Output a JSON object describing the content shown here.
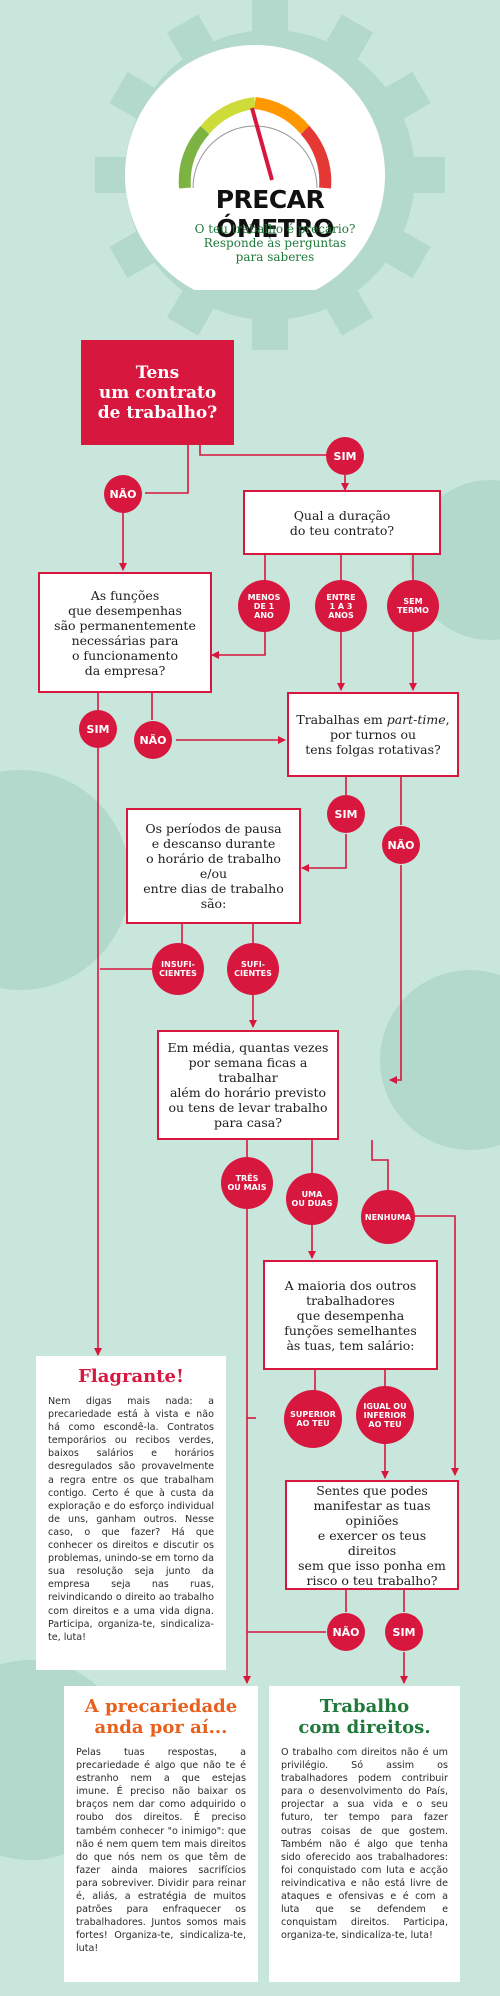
{
  "colors": {
    "background": "#c9e6dc",
    "gear": "#b3d9cc",
    "accent_red": "#d8173f",
    "orange_title": "#e8601c",
    "green_title": "#1f7a3a",
    "gauge_green": "#7cb342",
    "gauge_yellow": "#cddc39",
    "gauge_orange": "#ff9800",
    "gauge_red": "#e53935"
  },
  "header": {
    "title_left": "PRECAR",
    "title_right": "ÓMETRO",
    "subtitle_line1": "O teu trabalho é precário?",
    "subtitle_line2": "Responde às perguntas",
    "subtitle_line3": "para saberes"
  },
  "questions": {
    "q1": "Tens\num contrato\nde trabalho?",
    "q2": "Qual a duração\ndo teu contrato?",
    "q3": "As funções\nque desempenhas\nsão permanentemente\nnecessárias para\no funcionamento\nda empresa?",
    "q4_pre": "Trabalhas em ",
    "q4_em": "part-time",
    "q4_post": ",\npor turnos ou\ntens folgas rotativas?",
    "q5": "Os períodos de pausa\ne descanso durante\no horário de trabalho e/ou\nentre dias de trabalho\nsão:",
    "q6": "Em média, quantas vezes\npor semana ficas a trabalhar\nalém do horário previsto\nou tens de levar trabalho\npara casa?",
    "q7": "A maioria dos outros\ntrabalhadores\nque desempenha\nfunções semelhantes\nàs tuas, tem salário:",
    "q8": "Sentes que podes\nmanifestar as tuas opiniões\ne exercer os teus direitos\nsem que isso ponha em\nrisco o teu trabalho?"
  },
  "answers": {
    "sim1": "SIM",
    "nao1": "NÃO",
    "menos1": "MENOS\nDE 1\nANO",
    "entre": "ENTRE\n1 A 3\nANOS",
    "sem_termo": "SEM\nTERMO",
    "sim3": "SIM",
    "nao3": "NÃO",
    "sim4": "SIM",
    "nao4": "NÃO",
    "insuf": "INSUFI-\nCIENTES",
    "suf": "SUFI-\nCIENTES",
    "tres": "TRÊS\nOU MAIS",
    "uma": "UMA\nOU DUAS",
    "nenhuma": "NENHUMA",
    "superior": "SUPERIOR\nAO TEU",
    "igual": "IGUAL OU\nINFERIOR\nAO TEU",
    "nao8": "NÃO",
    "sim8": "SIM"
  },
  "results": {
    "flagrante_title": "Flagrante!",
    "flagrante_text": "Nem digas mais nada: a precariedade está à vista e não há como escondê-la. Contratos temporários ou recibos verdes, baixos salários e horários desregulados são provavelmente a regra entre os que trabalham contigo. Certo é que à custa da exploração e do esforço individual de uns, ganham outros. Nesse caso, o que fazer? Há que conhecer os direitos e discutir os problemas, unindo-se em torno da sua resolução seja junto da empresa seja nas ruas, reivindicando o direito ao trabalho com direitos e a uma vida digna. Participa, organiza-te, sindicaliza-te, luta!",
    "precariedade_title": "A precariedade\nanda por aí...",
    "precariedade_text": "Pelas tuas respostas, a precariedade é algo que não te é estranho nem a que estejas imune. É preciso não baixar os braços nem dar como adquirido o roubo dos direitos. É preciso também conhecer \"o inimigo\": que não é nem quem tem mais direitos do que nós nem os que têm de fazer ainda maiores sacrifícios para sobreviver. Dividir para reinar é, aliás, a estratégia de muitos patrões para enfraquecer os trabalhadores. Juntos somos mais fortes! Organiza-te, sindicaliza-te, luta!",
    "direitos_title": "Trabalho\ncom direitos.",
    "direitos_text": "O trabalho com direitos não é um privilégio. Só assim os trabalhadores podem contribuir para o desenvolvimento do País, projectar a sua vida e o seu futuro, ter tempo para fazer outras coisas de que gostem. Também não é algo que tenha sido oferecido aos trabalhadores: foi conquistado com luta e acção reivindicativa e não está livre de ataques e ofensivas e é com a luta que se defendem e conquistam direitos. Participa, organiza-te, sindicaliza-te, luta!"
  }
}
